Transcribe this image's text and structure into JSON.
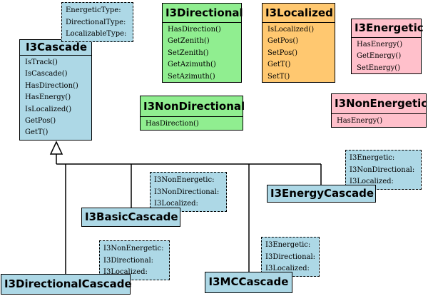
{
  "cascade": {
    "title": "I3Cascade",
    "template": [
      "EnergeticType:",
      "DirectionalType:",
      "LocalizableType:"
    ],
    "methods": [
      "IsTrack()",
      "IsCascade()",
      "HasDirection()",
      "HasEnergy()",
      "IsLocalized()",
      "GetPos()",
      "GetT()"
    ]
  },
  "directional": {
    "title": "I3Directional",
    "methods": [
      "HasDirection()",
      "GetZenith()",
      "SetZenith()",
      "GetAzimuth()",
      "SetAzimuth()"
    ]
  },
  "localized": {
    "title": "I3Localized",
    "methods": [
      "IsLocalized()",
      "GetPos()",
      "SetPos()",
      "GetT()",
      "SetT()"
    ]
  },
  "energetic": {
    "title": "I3Energetic",
    "methods": [
      "HasEnergy()",
      "GetEnergy()",
      "SetEnergy()"
    ]
  },
  "non_directional": {
    "title": "I3NonDirectional",
    "methods": [
      "HasDirection()"
    ]
  },
  "non_energetic": {
    "title": "I3NonEnergetic",
    "methods": [
      "HasEnergy()"
    ]
  },
  "energy_cascade": {
    "title": "I3EnergyCascade",
    "template": [
      "I3Energetic:",
      "I3NonDirectional:",
      "I3Localized:"
    ]
  },
  "basic_cascade": {
    "title": "I3BasicCascade",
    "template": [
      "I3NonEnergetic:",
      "I3NonDirectional:",
      "I3Localized:"
    ]
  },
  "directional_cascade": {
    "title": "I3DirectionalCascade",
    "template": [
      "I3NonEnergetic:",
      "I3Directional:",
      "I3Localized:"
    ]
  },
  "mc_cascade": {
    "title": "I3MCCascade",
    "template": [
      "I3Energetic:",
      "I3Directional:",
      "I3Localized:"
    ]
  },
  "colors": {
    "cascade_family": "#add8e6",
    "directional_family": "#90ee90",
    "localized": "#ffc870",
    "energetic_family": "#ffc0cb"
  }
}
